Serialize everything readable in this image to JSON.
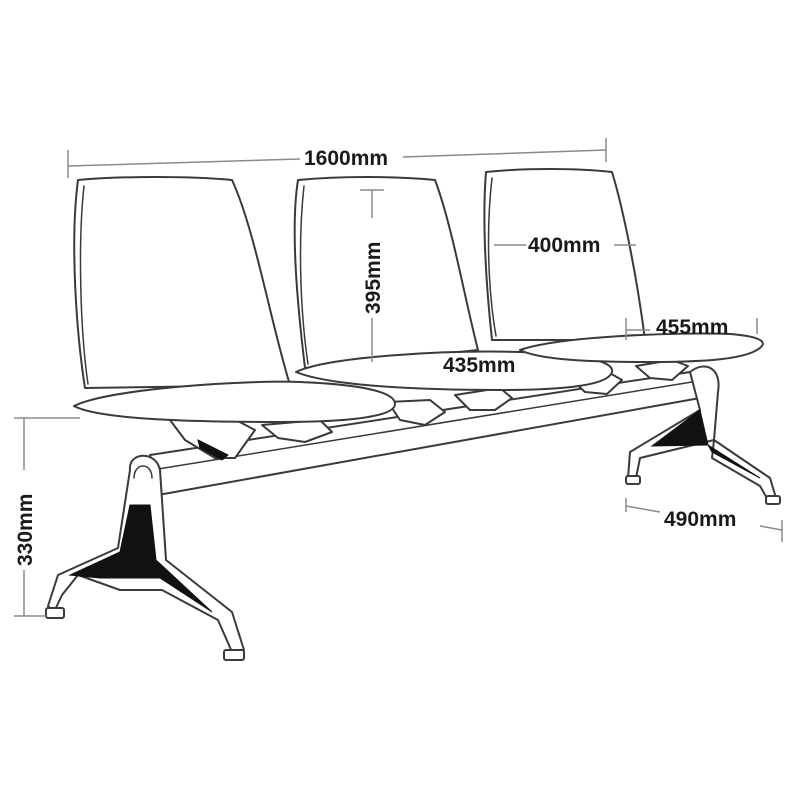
{
  "dimensions": {
    "total_width": "1600mm",
    "back_height": "395mm",
    "back_width": "400mm",
    "seat_depth": "455mm",
    "seat_width": "435mm",
    "seat_height": "330mm",
    "leg_depth": "490mm"
  },
  "colors": {
    "line": "#3a3a3a",
    "dimension_line": "#8a8a8a",
    "dark_fill": "#111111"
  }
}
